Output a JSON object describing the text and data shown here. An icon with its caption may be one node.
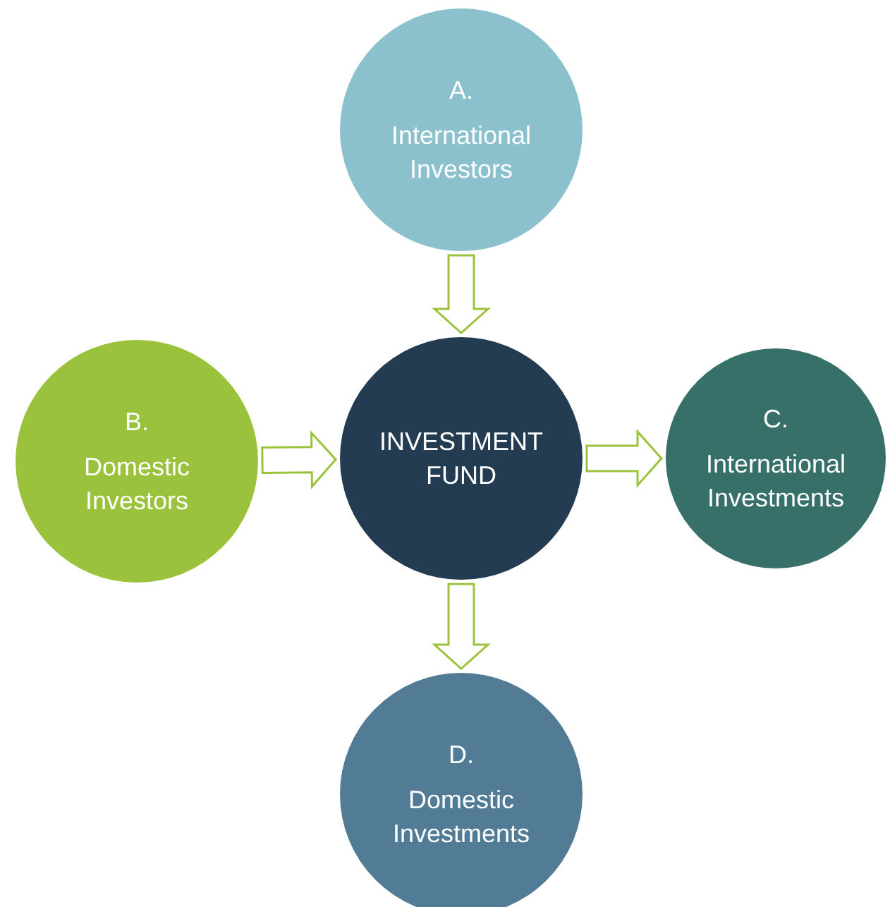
{
  "diagram": {
    "nodes": [
      {
        "text": [
          "A.",
          "International Investors"
        ]
      },
      {
        "text": [
          "B.",
          "Domestic Investors"
        ]
      },
      {
        "text": [
          "INVESTMENT FUND"
        ]
      },
      {
        "text": [
          "C.",
          "International Investments"
        ]
      },
      {
        "text": [
          "D.",
          "Domestic Investments"
        ]
      }
    ],
    "edges": [
      {
        "from": 0,
        "to": 2,
        "arrow": "to"
      },
      {
        "from": 1,
        "to": 2,
        "arrow": "to"
      },
      {
        "from": 2,
        "to": 3,
        "arrow": "to"
      },
      {
        "from": 2,
        "to": 4,
        "arrow": "to"
      }
    ]
  }
}
